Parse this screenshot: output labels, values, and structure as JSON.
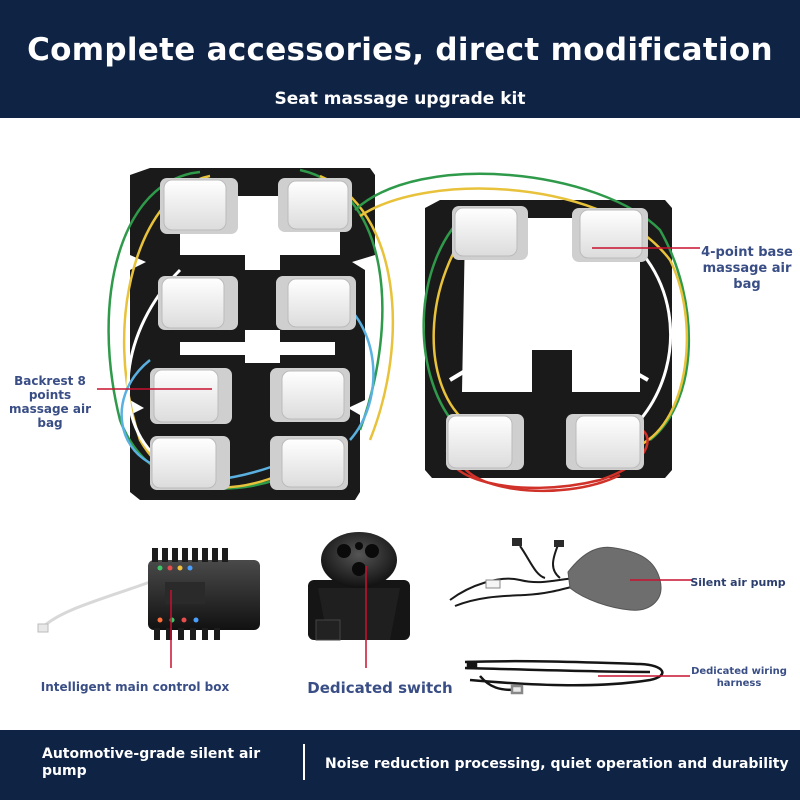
{
  "header": {
    "title": "Complete accessories, direct modification",
    "subtitle": "Seat massage upgrade kit"
  },
  "labels": {
    "backrest": "Backrest 8 points massage air bag",
    "base": "4-point base massage air bag",
    "pump": "Silent air pump",
    "control_box": "Intelligent main control box",
    "switch": "Dedicated switch",
    "harness": "Dedicated wiring harness"
  },
  "footer": {
    "left_text": "Automotive-grade silent air pump",
    "right_text": "Noise reduction processing, quiet operation and durability"
  },
  "colors": {
    "header_bg": "#0f2345",
    "label_text": "#3a4e86",
    "pointer_line": "#c8102e",
    "wire_green": "#2e9a4a",
    "wire_yellow": "#e8c23a",
    "wire_blue": "#5ab0e0",
    "wire_red": "#d0322a"
  }
}
